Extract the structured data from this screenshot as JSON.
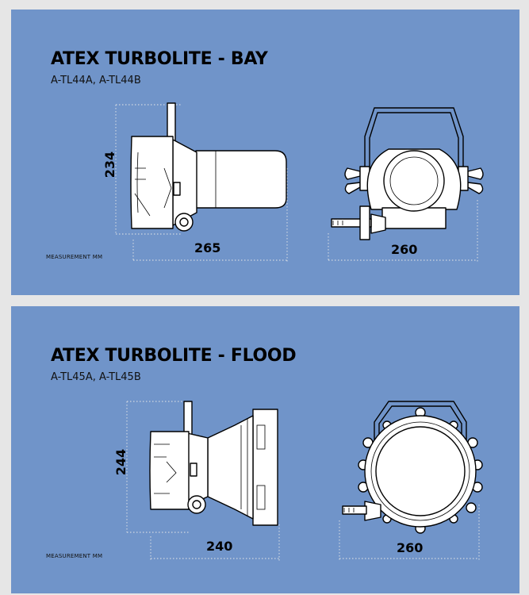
{
  "measurement_note": "MEASUREMENT MM",
  "products": [
    {
      "title": "ATEX TURBOLITE - BAY",
      "models": "A-TL44A, A-TL44B",
      "height": "234",
      "side_width": "265",
      "front_width": "260"
    },
    {
      "title": "ATEX TURBOLITE - FLOOD",
      "models": "A-TL45A, A-TL45B",
      "height": "244",
      "side_width": "240",
      "front_width": "260"
    }
  ]
}
